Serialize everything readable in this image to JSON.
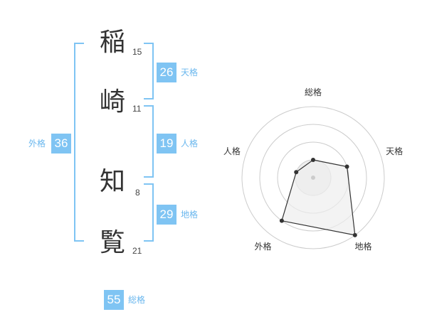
{
  "name": {
    "chars": [
      {
        "char": "稲",
        "strokes": "15"
      },
      {
        "char": "崎",
        "strokes": "11"
      },
      {
        "char": "知",
        "strokes": "8"
      },
      {
        "char": "覧",
        "strokes": "21"
      }
    ]
  },
  "kaku": {
    "tenkaku": {
      "value": "26",
      "label": "天格"
    },
    "jinkaku": {
      "value": "19",
      "label": "人格"
    },
    "chikaku": {
      "value": "29",
      "label": "地格"
    },
    "gaikaku": {
      "value": "36",
      "label": "外格"
    },
    "soukaku": {
      "value": "55",
      "label": "総格"
    }
  },
  "chart_data": {
    "type": "radar",
    "axes": [
      "総格",
      "天格",
      "地格",
      "外格",
      "人格"
    ],
    "scale": {
      "min": 0,
      "max": 4,
      "rings": 4
    },
    "values": [
      1,
      2,
      4,
      3,
      1
    ],
    "colors": {
      "ring": "#cccccc",
      "fill": "#eeeeee",
      "line": "#333333",
      "point": "#333333",
      "center": "#cccccc"
    }
  },
  "colors": {
    "accent": "#7fc4f3",
    "label": "#6ab7ee",
    "bracket": "#7fc4f3"
  }
}
